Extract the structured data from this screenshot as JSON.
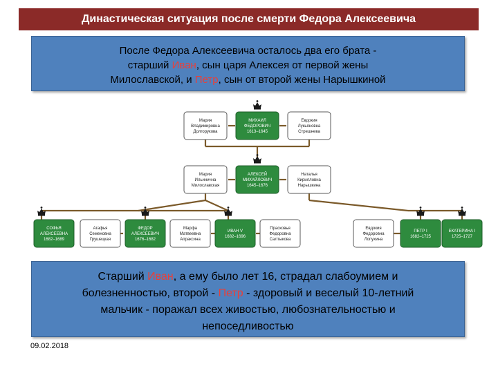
{
  "title": "Династическая ситуация после смерти Федора Алексеевича",
  "top_panel": {
    "line1": "После Федора Алексеевича осталось два его брата -",
    "line2_pre": "старший ",
    "line2_hl": "Иван",
    "line2_post": ", сын царя Алексея от первой жены",
    "line3_pre": "Милославской, и ",
    "line3_hl": "Петр",
    "line3_post": ", сын от второй жены Нарышкиной"
  },
  "tree": {
    "row1": [
      {
        "line1": "Мария",
        "line2": "Владимировна",
        "line3": "Долгорукова",
        "type": "white"
      },
      {
        "line1": "МИХАИЛ",
        "line2": "ФЕДОРОВИЧ",
        "line3": "1613–1645",
        "type": "green"
      },
      {
        "line1": "Евдокия",
        "line2": "Лукьяновна",
        "line3": "Стрешнева",
        "type": "white"
      }
    ],
    "row2": [
      {
        "line1": "Мария",
        "line2": "Ильинична",
        "line3": "Милославская",
        "type": "white"
      },
      {
        "line1": "АЛЕКСЕЙ",
        "line2": "МИХАЙЛОВИЧ",
        "line3": "1645–1676",
        "type": "green"
      },
      {
        "line1": "Наталья",
        "line2": "Кирилловна",
        "line3": "Нарышкина",
        "type": "white"
      }
    ],
    "row3": [
      {
        "line1": "СОФЬЯ",
        "line2": "АЛЕКСЕЕВНА",
        "line3": "1682–1689",
        "type": "green"
      },
      {
        "line1": "Агафья",
        "line2": "Семеновна",
        "line3": "Грушецкая",
        "type": "white"
      },
      {
        "line1": "ФЕДОР",
        "line2": "АЛЕКСЕЕВИЧ",
        "line3": "1676–1682",
        "type": "green"
      },
      {
        "line1": "Марфа",
        "line2": "Матвеевна",
        "line3": "Апраксина",
        "type": "white"
      },
      {
        "line1": "ИВАН V",
        "line2": "1682–1696",
        "line3": "",
        "type": "green"
      },
      {
        "line1": "Прасковья",
        "line2": "Федоровна",
        "line3": "Салтыкова",
        "type": "white"
      },
      {
        "line1": "Евдокия",
        "line2": "Федоровна",
        "line3": "Лопухина",
        "type": "white"
      },
      {
        "line1": "ПЕТР I",
        "line2": "1682–1725",
        "line3": "",
        "type": "green"
      },
      {
        "line1": "ЕКАТЕРИНА I",
        "line2": "1725–1727",
        "line3": "",
        "type": "green"
      }
    ]
  },
  "bottom_panel": {
    "line1_pre": "Старший ",
    "line1_hl": "Иван",
    "line1_post": ", а ему было лет 16, страдал слабоумием и",
    "line2_pre": "болезненностью, второй - ",
    "line2_hl": "Петр",
    "line2_post": " - здоровый и веселый 10-летний",
    "line3": "мальчик - поражал всех живостью, любознательностью и",
    "line4": "непоседливостью"
  },
  "date": "09.02.2018",
  "colors": {
    "title_bg": "#8b2a28",
    "panel_bg": "#4f81bd",
    "highlight": "#e8403a",
    "tree_line": "#7b5a2a",
    "ruler_box": "#2e8b3e"
  }
}
